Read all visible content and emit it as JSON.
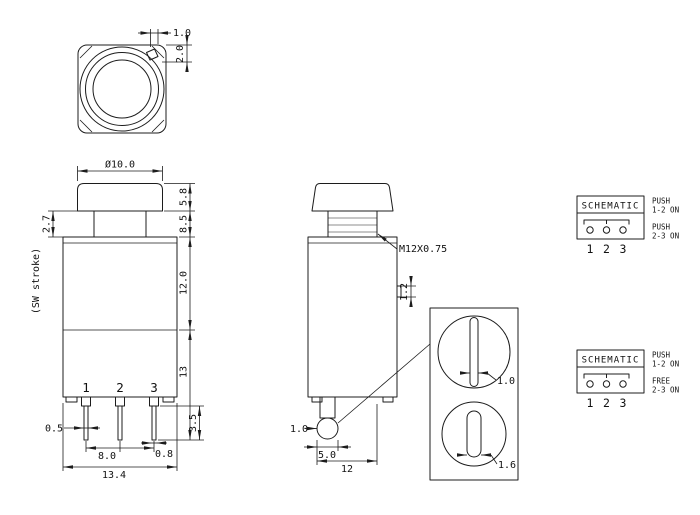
{
  "top_view": {
    "dim_notch_width": "1.0",
    "dim_notch_depth": "2.0"
  },
  "front_view": {
    "dim_cap_diameter": "Ø10.0",
    "dim_cap_height": "5.8",
    "dim_cap_to_body": "8.5",
    "dim_stroke": "2.7",
    "stroke_label": "(SW stroke)",
    "dim_body_height": "12.0",
    "dim_lower_height": "13",
    "dim_pin_exposed": "3.5",
    "pin_numbers": [
      "1",
      "2",
      "3"
    ],
    "dim_pin_thickness": "0.5",
    "dim_pin_spacing": "8.0",
    "dim_pin_width": "0.8",
    "dim_body_width": "13.4"
  },
  "side_view": {
    "thread_label": "M12X0.75",
    "dim_groove": "1.2",
    "dim_boss": "1.0",
    "dim_boss_spacing": "5.0",
    "dim_span": "12"
  },
  "detail_view": {
    "dim_slot_width": "1.0",
    "dim_oval_width": "1.6"
  },
  "schematics": [
    {
      "title": "SCHEMATIC",
      "terminals": [
        "1",
        "2",
        "3"
      ],
      "notes": [
        {
          "action": "PUSH",
          "result": "1-2 ON"
        },
        {
          "action": "PUSH",
          "result": "2-3 ON"
        }
      ]
    },
    {
      "title": "SCHEMATIC",
      "terminals": [
        "1",
        "2",
        "3"
      ],
      "notes": [
        {
          "action": "PUSH",
          "result": "1-2 ON"
        },
        {
          "action": "FREE",
          "result": "2-3 ON"
        }
      ]
    }
  ]
}
